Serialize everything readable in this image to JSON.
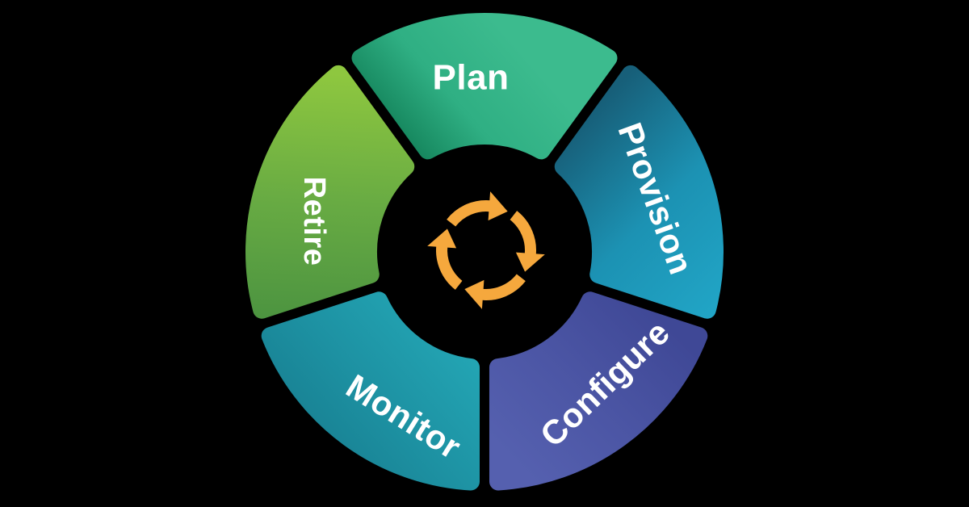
{
  "diagram": {
    "type": "cycle-wheel",
    "background_color": "#000000",
    "label_color": "#FFFFFF",
    "segments": [
      {
        "id": "plan",
        "label": "Plan",
        "gradient": [
          "#0E7A52",
          "#2FAF83",
          "#3CBB8E"
        ]
      },
      {
        "id": "provision",
        "label": "Provision",
        "gradient": [
          "#175F79",
          "#1C92B3",
          "#21A5C6"
        ]
      },
      {
        "id": "configure",
        "label": "Configure",
        "gradient": [
          "#3F4896",
          "#4B55A4",
          "#5560AF"
        ]
      },
      {
        "id": "monitor",
        "label": "Monitor",
        "gradient": [
          "#23A4B3",
          "#1D91A2",
          "#177D8F"
        ]
      },
      {
        "id": "retire",
        "label": "Retire",
        "gradient": [
          "#8EC73F",
          "#68AB43",
          "#4A9240"
        ]
      }
    ],
    "center_icon": {
      "name": "cycle-arrows-icon",
      "color": "#F5A83D",
      "direction": "clockwise"
    }
  }
}
